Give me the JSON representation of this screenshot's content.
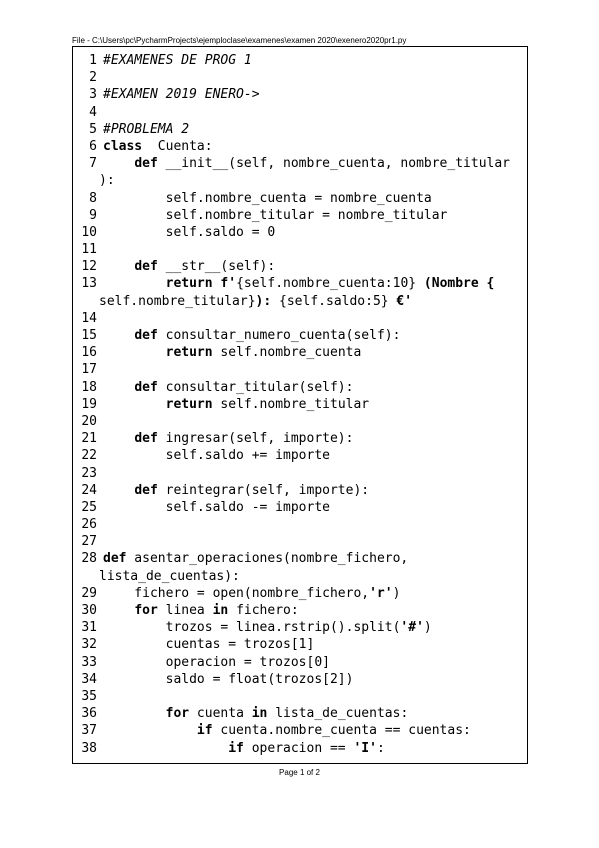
{
  "header": {
    "file_path": "File - C:\\Users\\pc\\PycharmProjects\\ejemploclase\\examenes\\examen 2020\\exenero2020pr1.py"
  },
  "footer": {
    "page_label": "Page 1 of 2"
  },
  "code": {
    "lines": [
      {
        "n": "1",
        "segs": [
          [
            "cmt",
            "#EXAMENES DE PROG 1"
          ]
        ]
      },
      {
        "n": "2",
        "segs": []
      },
      {
        "n": "3",
        "segs": [
          [
            "cmt",
            "#EXAMEN 2019 ENERO->"
          ]
        ]
      },
      {
        "n": "4",
        "segs": []
      },
      {
        "n": "5",
        "segs": [
          [
            "cmt",
            "#PROBLEMA 2"
          ]
        ]
      },
      {
        "n": "6",
        "segs": [
          [
            "kw",
            "class"
          ],
          [
            "",
            "  Cuenta:"
          ]
        ]
      },
      {
        "n": "7",
        "segs": [
          [
            "",
            "    "
          ],
          [
            "kw",
            "def"
          ],
          [
            "",
            " __init__(self, nombre_cuenta, nombre_titular"
          ]
        ]
      },
      {
        "n": "",
        "cont": true,
        "segs": [
          [
            "",
            "):"
          ]
        ]
      },
      {
        "n": "8",
        "segs": [
          [
            "",
            "        self.nombre_cuenta = nombre_cuenta"
          ]
        ]
      },
      {
        "n": "9",
        "segs": [
          [
            "",
            "        self.nombre_titular = nombre_titular"
          ]
        ]
      },
      {
        "n": "10",
        "segs": [
          [
            "",
            "        self.saldo = 0"
          ]
        ]
      },
      {
        "n": "11",
        "segs": []
      },
      {
        "n": "12",
        "segs": [
          [
            "",
            "    "
          ],
          [
            "kw",
            "def"
          ],
          [
            "",
            " __str__(self):"
          ]
        ]
      },
      {
        "n": "13",
        "segs": [
          [
            "",
            "        "
          ],
          [
            "kw",
            "return"
          ],
          [
            "str",
            " f'"
          ],
          [
            "",
            "{self.nombre_cuenta:10}"
          ],
          [
            "str",
            " (Nombre {"
          ]
        ]
      },
      {
        "n": "",
        "cont": true,
        "segs": [
          [
            "",
            "self.nombre_titular}"
          ],
          [
            "str",
            "): "
          ],
          [
            "",
            "{self.saldo:5}"
          ],
          [
            "str",
            " €'"
          ]
        ]
      },
      {
        "n": "14",
        "segs": []
      },
      {
        "n": "15",
        "segs": [
          [
            "",
            "    "
          ],
          [
            "kw",
            "def"
          ],
          [
            "",
            " consultar_numero_cuenta(self):"
          ]
        ]
      },
      {
        "n": "16",
        "segs": [
          [
            "",
            "        "
          ],
          [
            "kw",
            "return"
          ],
          [
            "",
            " self.nombre_cuenta"
          ]
        ]
      },
      {
        "n": "17",
        "segs": []
      },
      {
        "n": "18",
        "segs": [
          [
            "",
            "    "
          ],
          [
            "kw",
            "def"
          ],
          [
            "",
            " consultar_titular(self):"
          ]
        ]
      },
      {
        "n": "19",
        "segs": [
          [
            "",
            "        "
          ],
          [
            "kw",
            "return"
          ],
          [
            "",
            " self.nombre_titular"
          ]
        ]
      },
      {
        "n": "20",
        "segs": []
      },
      {
        "n": "21",
        "segs": [
          [
            "",
            "    "
          ],
          [
            "kw",
            "def"
          ],
          [
            "",
            " ingresar(self, importe):"
          ]
        ]
      },
      {
        "n": "22",
        "segs": [
          [
            "",
            "        self.saldo += importe"
          ]
        ]
      },
      {
        "n": "23",
        "segs": []
      },
      {
        "n": "24",
        "segs": [
          [
            "",
            "    "
          ],
          [
            "kw",
            "def"
          ],
          [
            "",
            " reintegrar(self, importe):"
          ]
        ]
      },
      {
        "n": "25",
        "segs": [
          [
            "",
            "        self.saldo -= importe"
          ]
        ]
      },
      {
        "n": "26",
        "segs": []
      },
      {
        "n": "27",
        "segs": []
      },
      {
        "n": "28",
        "segs": [
          [
            "kw",
            "def"
          ],
          [
            "",
            " asentar_operaciones(nombre_fichero,"
          ]
        ]
      },
      {
        "n": "",
        "cont": true,
        "segs": [
          [
            "",
            "lista_de_cuentas):"
          ]
        ]
      },
      {
        "n": "29",
        "segs": [
          [
            "",
            "    fichero = open(nombre_fichero,"
          ],
          [
            "str",
            "'r'"
          ],
          [
            "",
            ")"
          ]
        ]
      },
      {
        "n": "30",
        "segs": [
          [
            "",
            "    "
          ],
          [
            "kw",
            "for"
          ],
          [
            "",
            " linea "
          ],
          [
            "kw",
            "in"
          ],
          [
            "",
            " fichero:"
          ]
        ]
      },
      {
        "n": "31",
        "segs": [
          [
            "",
            "        trozos = linea.rstrip().split("
          ],
          [
            "str",
            "'#'"
          ],
          [
            "",
            ")"
          ]
        ]
      },
      {
        "n": "32",
        "segs": [
          [
            "",
            "        cuentas = trozos[1]"
          ]
        ]
      },
      {
        "n": "33",
        "segs": [
          [
            "",
            "        operacion = trozos[0]"
          ]
        ]
      },
      {
        "n": "34",
        "segs": [
          [
            "",
            "        saldo = float(trozos[2])"
          ]
        ]
      },
      {
        "n": "35",
        "segs": []
      },
      {
        "n": "36",
        "segs": [
          [
            "",
            "        "
          ],
          [
            "kw",
            "for"
          ],
          [
            "",
            " cuenta "
          ],
          [
            "kw",
            "in"
          ],
          [
            "",
            " lista_de_cuentas:"
          ]
        ]
      },
      {
        "n": "37",
        "segs": [
          [
            "",
            "            "
          ],
          [
            "kw",
            "if"
          ],
          [
            "",
            " cuenta.nombre_cuenta == cuentas:"
          ]
        ]
      },
      {
        "n": "38",
        "segs": [
          [
            "",
            "                "
          ],
          [
            "kw",
            "if"
          ],
          [
            "",
            " operacion == "
          ],
          [
            "str",
            "'I'"
          ],
          [
            "",
            ":"
          ]
        ]
      }
    ]
  }
}
